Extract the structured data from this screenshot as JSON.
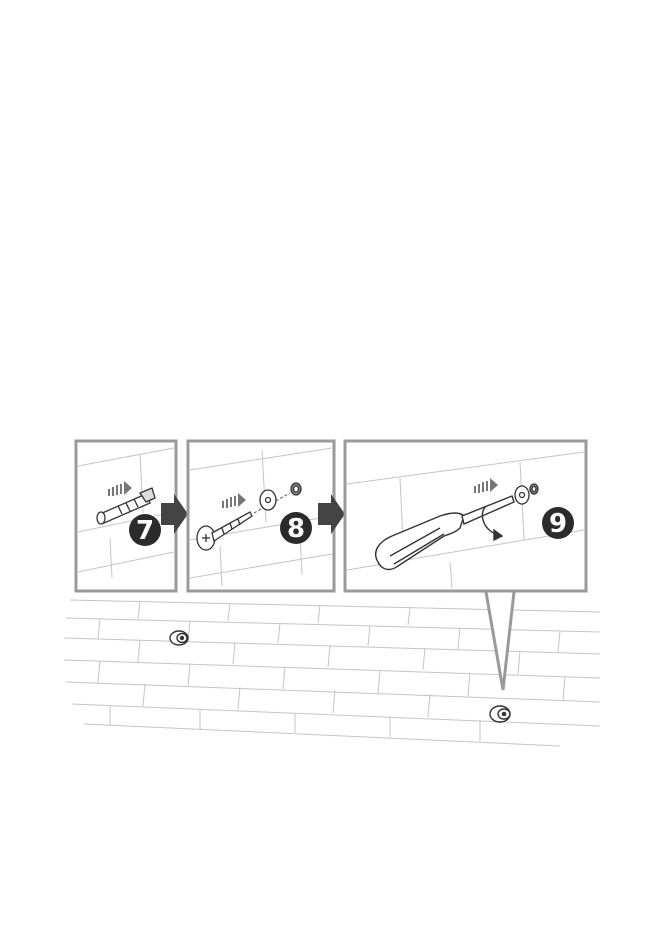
{
  "diagram": {
    "steps": [
      {
        "number": "7",
        "action": "insert-wall-plug"
      },
      {
        "number": "8",
        "action": "place-screw-and-bracket"
      },
      {
        "number": "9",
        "action": "tighten-with-screwdriver"
      }
    ],
    "colors": {
      "frame": "#9a9a9a",
      "arrow": "#444444",
      "badge": "#2b2b2b",
      "badge_text": "#ffffff",
      "wall_lines": "#bdbdbd",
      "outline": "#333333",
      "motion_arrow": "#777777"
    }
  }
}
